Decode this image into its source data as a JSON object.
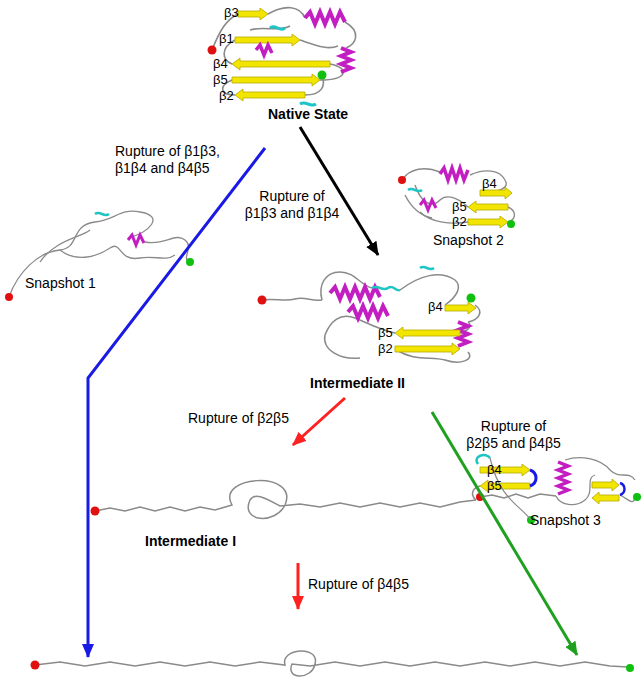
{
  "diagram": {
    "nodes": [
      {
        "text": [
          "Native State"
        ]
      },
      {
        "text": [
          "Snapshot 2"
        ]
      },
      {
        "text": [
          "Snapshot 1"
        ]
      },
      {
        "text": [
          "Intermediate II"
        ]
      },
      {
        "text": [
          "Snapshot 3"
        ]
      },
      {
        "text": [
          "Intermediate I"
        ]
      }
    ],
    "edges": [
      {
        "from": 0,
        "to": 3,
        "arrow": "to",
        "label": "Rupture of β1β3 and β1β4"
      },
      {
        "from": 3,
        "to": 5,
        "arrow": "to",
        "label": "Rupture of β2β5"
      }
    ],
    "labels": [
      "β3",
      "β1",
      "β4",
      "β5",
      "β2",
      "Rupture of β1β3, β1β4 and β4β5",
      "β4",
      "β5",
      "β2",
      "β4",
      "β5",
      "β2",
      "Rupture of β2β5 and β4β5",
      "β4",
      "β5",
      "Rupture of β4β5"
    ]
  }
}
